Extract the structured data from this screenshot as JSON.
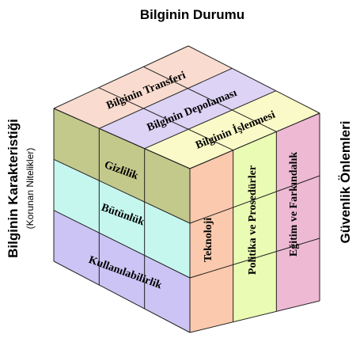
{
  "labels": {
    "top_title": "Bilginin Durumu",
    "left_title": "Bilginin Karakteristiği",
    "left_subtitle": "(Korunan Nitelikler)",
    "right_title": "Güvenlik Önlemleri"
  },
  "top_face": {
    "rows": [
      "Bilginin Transferi",
      "Bilginin Depolaması",
      "Bilginin İşlenmesi"
    ],
    "colors": [
      "#f9dccf",
      "#ddd3f5",
      "#fafac8"
    ]
  },
  "left_face": {
    "rows": [
      "Gizlilik",
      "Bütünlük",
      "Kullanılabilirlik"
    ],
    "colors": [
      "#c3c98b",
      "#c6f7ef",
      "#cbc4f4"
    ]
  },
  "right_face": {
    "columns": [
      "Teknoloji",
      "Politika ve Prosedürler",
      "Eğitim ve Farkındalık"
    ],
    "colors": [
      "#fbc9ad",
      "#eafbb3",
      "#eeb9d3"
    ]
  }
}
